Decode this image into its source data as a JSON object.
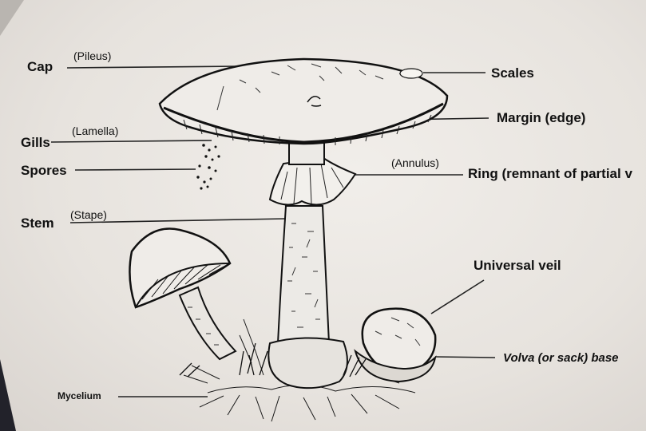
{
  "labels": {
    "cap": "Cap",
    "cap_sub": "(Pileus)",
    "gills": "Gills",
    "gills_sub": "(Lamella)",
    "spores": "Spores",
    "stem": "Stem",
    "stem_sub": "(Stape)",
    "scales": "Scales",
    "margin": "Margin (edge)",
    "ring_sub": "(Annulus)",
    "ring": "Ring (remnant of partial v",
    "universal_veil": "Universal veil",
    "volva": "Volva (or sack) base",
    "mycelium": "Mycelium"
  }
}
